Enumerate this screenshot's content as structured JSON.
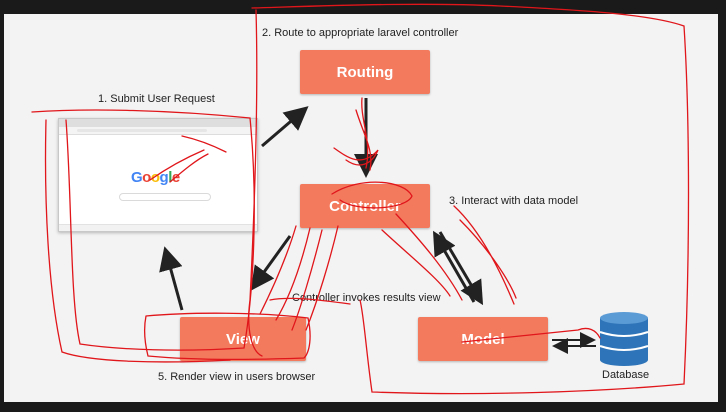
{
  "labels": {
    "step1": "1. Submit User Request",
    "step2": "2. Route to appropriate laravel controller",
    "step3": "3. Interact with data model",
    "step4": "Controller invokes results view",
    "step5": "5. Render view in users browser",
    "database": "Database"
  },
  "boxes": {
    "routing": "Routing",
    "controller": "Controller",
    "model": "Model",
    "view": "View"
  },
  "browser": {
    "logo": [
      "G",
      "o",
      "o",
      "g",
      "l",
      "e"
    ]
  },
  "colors": {
    "box": "#f47a5e",
    "arrow": "#222222",
    "annotation": "#e0161b",
    "database": "#2e74b8"
  }
}
